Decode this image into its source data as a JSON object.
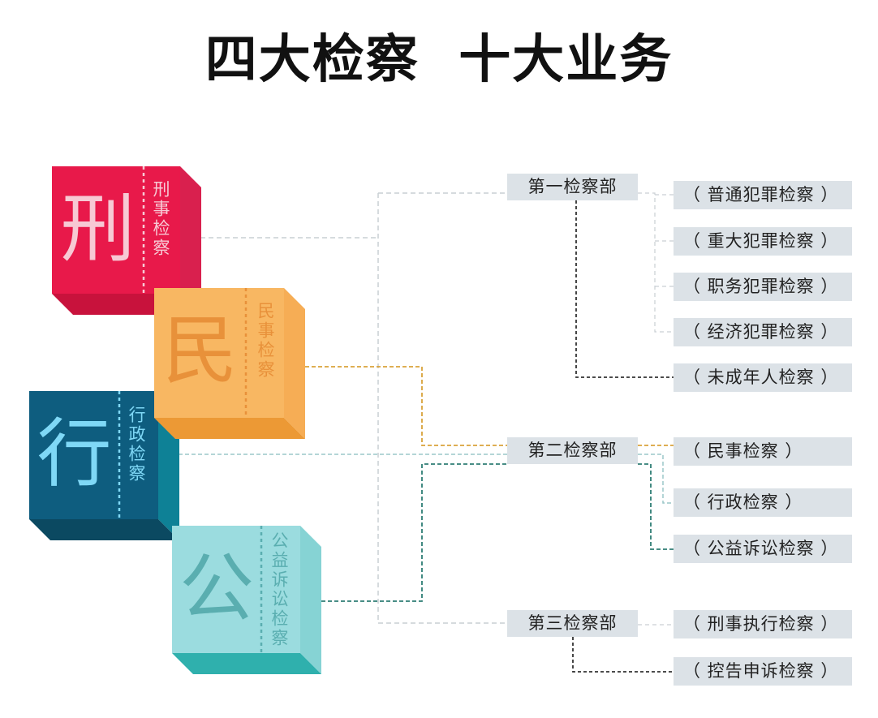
{
  "title": "四大检察  十大业务",
  "blocks": [
    {
      "char": "刑",
      "label": "刑事检察",
      "front": "#e8194a",
      "side": "#d9204e",
      "bottom": "#c8123c",
      "char_color": "#f7c9d4",
      "label_color": "#f7c9d4"
    },
    {
      "char": "民",
      "label": "民事检察",
      "front": "#f8b762",
      "side": "#f6ad55",
      "bottom": "#ec9935",
      "char_color": "#e8913a",
      "label_color": "#e8913a"
    },
    {
      "char": "行",
      "label": "行政检察",
      "front": "#0e5d7f",
      "side": "#0e8196",
      "bottom": "#0b4961",
      "char_color": "#7fd8f6",
      "label_color": "#7fd8f6"
    },
    {
      "char": "公",
      "label": "公益诉讼检察",
      "front": "#9bdcdf",
      "side": "#86d3d4",
      "bottom": "#2fb0ad",
      "char_color": "#5aaeb0",
      "label_color": "#5aaeb0"
    }
  ],
  "departments": [
    {
      "name": "第一检察部",
      "items": [
        "（ 普通犯罪检察 ）",
        "（ 重大犯罪检察 ）",
        "（ 职务犯罪检察 ）",
        "（ 经济犯罪检察 ）",
        "（ 未成年人检察 ）"
      ]
    },
    {
      "name": "第二检察部",
      "items": [
        "（ 民事检察 ）",
        "（ 行政检察 ）",
        "（ 公益诉讼检察 ）"
      ]
    },
    {
      "name": "第三检察部",
      "items": [
        "（ 刑事执行检察 ）",
        "（ 控告申诉检察 ）"
      ]
    }
  ],
  "line_colors": {
    "gray": "#c9cfd3",
    "orange": "#d9a23a",
    "teal_light": "#9cc7c9",
    "teal_dark": "#2e7d74",
    "dark": "#333333"
  }
}
